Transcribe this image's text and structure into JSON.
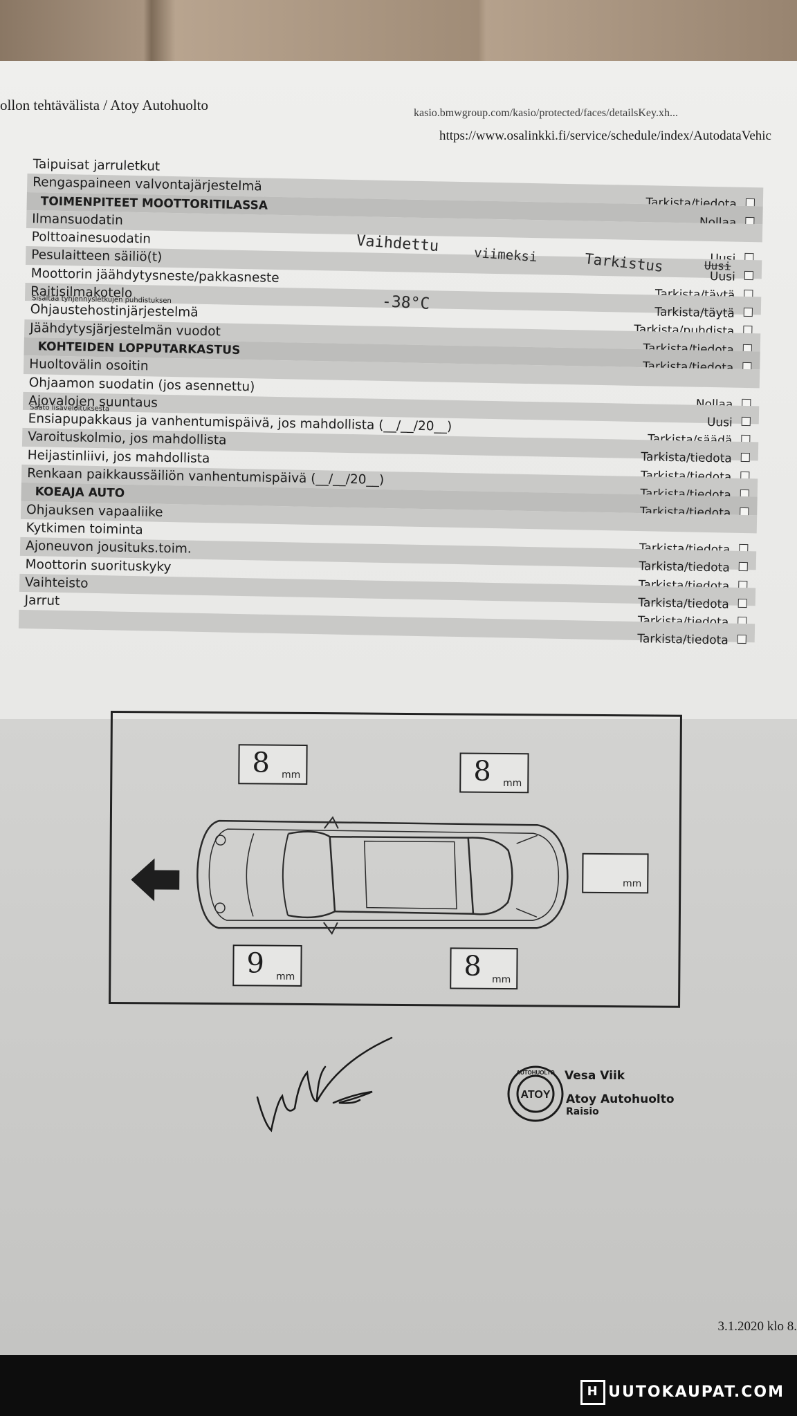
{
  "header": {
    "doc_title": "ollon tehtävälista / Atoy Autohuolto",
    "url_top": "kasio.bmwgroup.com/kasio/protected/faces/detailsKey.xh...",
    "url_second": "https://www.osalinkki.fi/service/schedule/index/AutodataVehic"
  },
  "rows": [
    {
      "label": "Taipuisat jarruletkut",
      "sub": "",
      "action": "",
      "box": false,
      "type": "item"
    },
    {
      "label": "Rengaspaineen valvontajärjestelmä",
      "sub": "",
      "action": "Tarkista/tiedota",
      "box": true,
      "type": "item"
    },
    {
      "label": "TOIMENPITEET MOOTTORITILASSA",
      "sub": "",
      "action": "Nollaa",
      "box": true,
      "type": "section"
    },
    {
      "label": "Ilmansuodatin",
      "sub": "",
      "action": "",
      "box": false,
      "type": "item"
    },
    {
      "label": "Polttoainesuodatin",
      "sub": "",
      "action": "Uusi",
      "box": true,
      "type": "item"
    },
    {
      "label": "Pesulaitteen säiliö(t)",
      "sub": "",
      "action": "Uusi",
      "box": true,
      "type": "item"
    },
    {
      "label": "Moottorin jäähdytysneste/pakkasneste",
      "sub": "",
      "action": "Tarkista/täytä",
      "box": true,
      "type": "item"
    },
    {
      "label": "Raitisilmakotelo",
      "sub": "Sisältää tyhjennysletkujen puhdistuksen",
      "action": "Tarkista/täytä",
      "box": true,
      "type": "item"
    },
    {
      "label": "Ohjaustehostinjärjestelmä",
      "sub": "",
      "action": "Tarkista/puhdista",
      "box": true,
      "type": "item"
    },
    {
      "label": "Jäähdytysjärjestelmän vuodot",
      "sub": "",
      "action": "Tarkista/tiedota",
      "box": true,
      "type": "item"
    },
    {
      "label": "KOHTEIDEN LOPPUTARKASTUS",
      "sub": "",
      "action": "Tarkista/tiedota",
      "box": true,
      "type": "section"
    },
    {
      "label": "Huoltovälin osoitin",
      "sub": "",
      "action": "",
      "box": false,
      "type": "item"
    },
    {
      "label": "Ohjaamon suodatin (jos asennettu)",
      "sub": "",
      "action": "Nollaa",
      "box": true,
      "type": "item"
    },
    {
      "label": "Ajovalojen suuntaus",
      "sub": "Säätö lisäveloituksesta",
      "action": "Uusi",
      "box": true,
      "type": "item"
    },
    {
      "label": "Ensiapupakkaus ja vanhentumispäivä, jos mahdollista (__/__/20__)",
      "sub": "",
      "action": "Tarkista/säädä",
      "box": true,
      "type": "item"
    },
    {
      "label": "Varoituskolmio, jos mahdollista",
      "sub": "",
      "action": "Tarkista/tiedota",
      "box": true,
      "type": "item"
    },
    {
      "label": "Heijastinliivi, jos mahdollista",
      "sub": "",
      "action": "Tarkista/tiedota",
      "box": true,
      "type": "item"
    },
    {
      "label": "Renkaan paikkaussäiliön vanhentumispäivä (__/__/20__)",
      "sub": "",
      "action": "Tarkista/tiedota",
      "box": true,
      "type": "item"
    },
    {
      "label": "KOEAJA AUTO",
      "sub": "",
      "action": "Tarkista/tiedota",
      "box": true,
      "type": "section"
    },
    {
      "label": "Ohjauksen vapaaliike",
      "sub": "",
      "action": "",
      "box": false,
      "type": "item"
    },
    {
      "label": "Kytkimen toiminta",
      "sub": "",
      "action": "Tarkista/tiedota",
      "box": true,
      "type": "item"
    },
    {
      "label": "Ajoneuvon jousituks.toim.",
      "sub": "",
      "action": "Tarkista/tiedota",
      "box": true,
      "type": "item"
    },
    {
      "label": "Moottorin suorituskyky",
      "sub": "",
      "action": "Tarkista/tiedota",
      "box": true,
      "type": "item"
    },
    {
      "label": "Vaihteisto",
      "sub": "",
      "action": "Tarkista/tiedota",
      "box": true,
      "type": "item"
    },
    {
      "label": "Jarrut",
      "sub": "",
      "action": "Tarkista/tiedota",
      "box": true,
      "type": "item"
    },
    {
      "label": "",
      "sub": "",
      "action": "Tarkista/tiedota",
      "box": true,
      "type": "item"
    }
  ],
  "handwriting": {
    "filter_note_1": "Vaihdettu",
    "filter_note_2": "viimeksi",
    "filter_note_3": "Tarkistus",
    "struck_word": "Uusi",
    "coolant_temp": "-38°C"
  },
  "tyres": {
    "unit": "mm",
    "front_left": "8",
    "front_right": "8",
    "rear_left": "9",
    "rear_right": "8",
    "spare": ""
  },
  "stamp": {
    "ring_text": "AUTOHUOLTO",
    "logo_text": "ATOY",
    "name": "Vesa Viik",
    "company": "Atoy Autohuolto",
    "location": "Raisio"
  },
  "footer": {
    "date": "3.1.2020 klo 8.",
    "watermark": "UUTOKAUPAT.COM",
    "watermark_logo": "H"
  },
  "colors": {
    "paper": "#efefed",
    "shade": "#c9c9c7",
    "ink": "#1c1c1c"
  }
}
